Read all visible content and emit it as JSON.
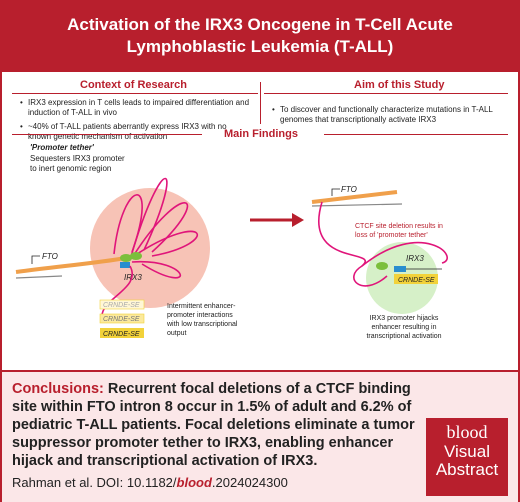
{
  "header": {
    "title_line1": "Activation of the IRX3 Oncogene in T-Cell Acute",
    "title_line2": "Lymphoblastic Leukemia (T-ALL)"
  },
  "context": {
    "title": "Context of Research",
    "bullets": [
      "IRX3 expression in T cells leads to impaired differentiation and induction of T-ALL in vivo",
      "~40% of T-ALL patients aberrantly express IRX3 with no known genetic mechanism of activation"
    ]
  },
  "aim": {
    "title": "Aim of this Study",
    "bullets": [
      "To discover and functionally characterize mutations in T-ALL genomes that transcriptionally activate IRX3"
    ]
  },
  "findings": {
    "title": "Main Findings",
    "left": {
      "tether_title": "'Promoter tether'",
      "tether_desc_1": "Sequesters IRX3 promoter",
      "tether_desc_2": "to inert genomic region",
      "fto": "FTO",
      "irx3": "IRX3",
      "crnde": [
        "CRNDE-SE",
        "CRNDE-SE",
        "CRNDE-SE"
      ],
      "enhancer_note": [
        "Intermittent enhancer-",
        "promoter interactions",
        "with low transcriptional",
        "output"
      ]
    },
    "right": {
      "fto": "FTO",
      "ctcf_note": [
        "CTCF site deletion results in",
        "loss of 'promoter tether'"
      ],
      "irx3": "IRX3",
      "crnde": "CRNDE-SE",
      "hijack_note": [
        "IRX3 promoter hijacks",
        "enhancer resulting in",
        "transcriptional activation"
      ]
    }
  },
  "conclusions": {
    "label": "Conclusions:",
    "text": "Recurrent focal deletions of a CTCF binding site within FTO intron 8 occur in 1.5% of adult and 6.2% of pediatric T-ALL patients. Focal deletions eliminate a tumor suppressor promoter tether to IRX3, enabling enhancer hijack and transcriptional activation of IRX3.",
    "citation_prefix": "Rahman et al. DOI: 10.1182/",
    "citation_bold": "blood",
    "citation_suffix": ".2024024300"
  },
  "logo": {
    "brand": "blood",
    "line1": "Visual",
    "line2": "Abstract"
  },
  "colors": {
    "accent": "#b81f2d",
    "chromatin": "#e0157a",
    "fto_orange": "#f0a04b",
    "enhancer_yellow": "#f2d23a",
    "tad_pink": "#f7c3b6",
    "tad_green": "#d6f0c8"
  }
}
